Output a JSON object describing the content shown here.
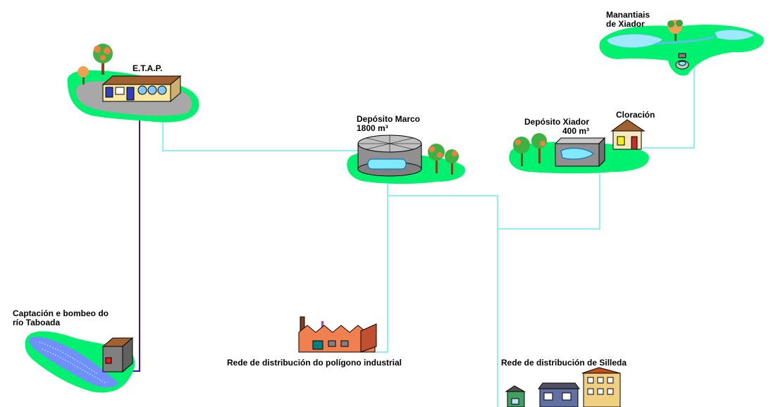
{
  "labels": {
    "manantiais_line1": "Manantiais",
    "manantiais_line2": "de Xiador",
    "etap": "E.T.A.P.",
    "deposito_marco_line1": "Depósito Marco",
    "deposito_marco_line2": "1800 m³",
    "deposito_xiador_line1": "Depósito Xiador",
    "deposito_xiador_line2": "400 m³",
    "cloracion": "Cloración",
    "captacion_line1": "Captación e bombeo do",
    "captacion_line2": "río Taboada",
    "rede_poligono": "Rede de distribución do polígono industrial",
    "rede_silleda": "Rede de distribución de Silleda"
  },
  "colors": {
    "water_pipe": "#8ff0f0",
    "raw_water_pipe": "#3010d0",
    "grass": "#00f070",
    "ground": "#a8a8a8",
    "water": "#80e8ff"
  }
}
